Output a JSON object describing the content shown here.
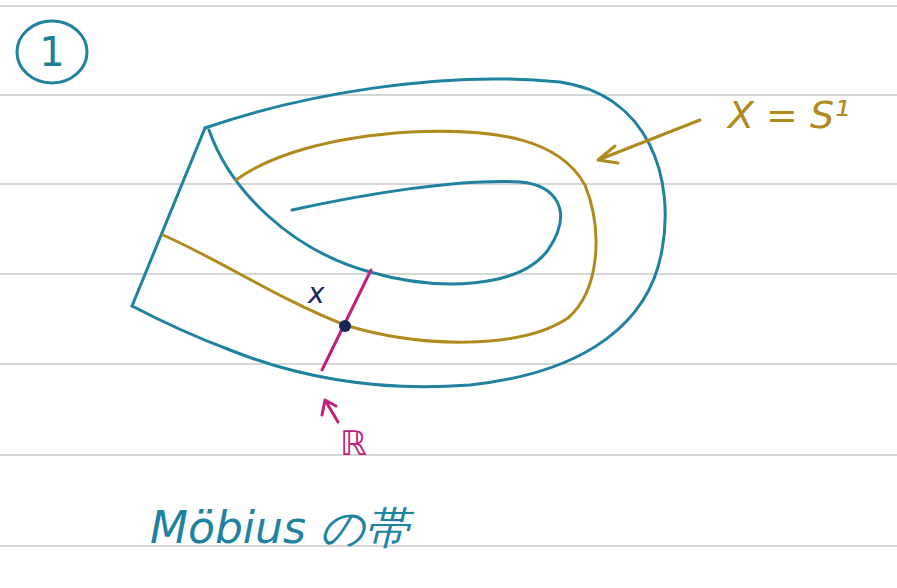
{
  "diagram": {
    "nodes": [
      {
        "text": [
          "1"
        ]
      }
    ],
    "labels": [
      "X = S¹",
      "x",
      "ℝ",
      "Möbius の帯"
    ]
  }
}
